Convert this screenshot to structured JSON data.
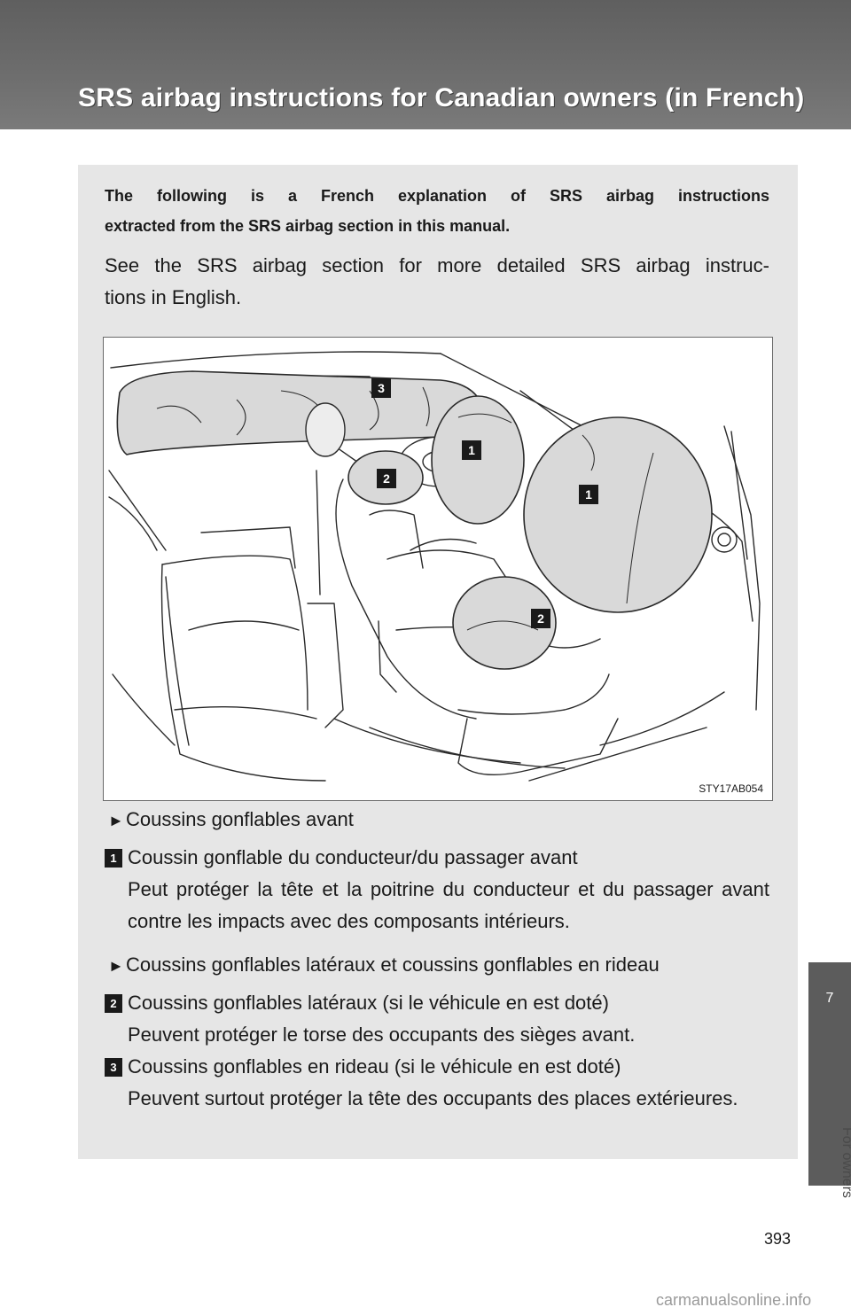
{
  "header": {
    "title": "SRS airbag instructions for Canadian owners (in French)"
  },
  "side_tab": {
    "chapter_number": "7",
    "chapter_label": "For owners"
  },
  "intro": {
    "bold_line1": "The following is a French explanation of SRS airbag instructions",
    "bold_line2": "extracted from the SRS airbag section in this manual.",
    "normal_line1": "See the SRS airbag section for more detailed SRS airbag instruc-",
    "normal_line2": "tions in English."
  },
  "illustration": {
    "code": "STY17AB054",
    "callouts": [
      "3",
      "1",
      "2",
      "1",
      "2"
    ]
  },
  "sections": [
    {
      "heading": "Coussins gonflables avant",
      "items": [
        {
          "number": "1",
          "title": "Coussin gonflable du conducteur/du passager avant",
          "description": "Peut protéger la tête et la poitrine du conducteur et du passager avant contre les impacts avec des composants intérieurs."
        }
      ]
    },
    {
      "heading": "Coussins gonflables latéraux et coussins gonflables en rideau",
      "items": [
        {
          "number": "2",
          "title": "Coussins gonflables latéraux (si le véhicule en est doté)",
          "description": "Peuvent protéger le torse des occupants des sièges avant."
        },
        {
          "number": "3",
          "title": "Coussins gonflables en rideau (si le véhicule en est doté)",
          "description": "Peuvent surtout protéger la tête des occupants des places extérieures."
        }
      ]
    }
  ],
  "footer": {
    "page_number": "393",
    "watermark": "carmanualsonline.info"
  }
}
